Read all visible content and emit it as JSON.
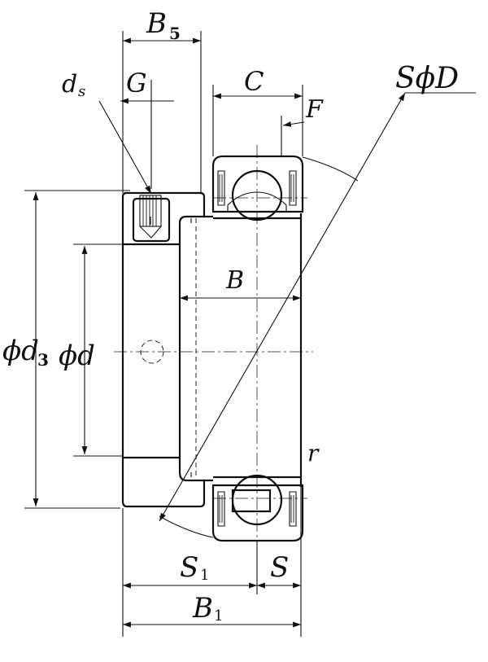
{
  "labels": {
    "b5": "B",
    "b5_sub": "5",
    "ds": "d",
    "ds_sub": "s",
    "g": "G",
    "c": "C",
    "f": "F",
    "sphi_d": "SϕD",
    "phi_d3": "ϕd",
    "phi_d3_sub": "3",
    "phi_d": "ϕd",
    "b": "B",
    "r": "r",
    "s1": "S",
    "s1_sub": "1",
    "s": "S",
    "b1": "B",
    "b1_sub": "1"
  }
}
